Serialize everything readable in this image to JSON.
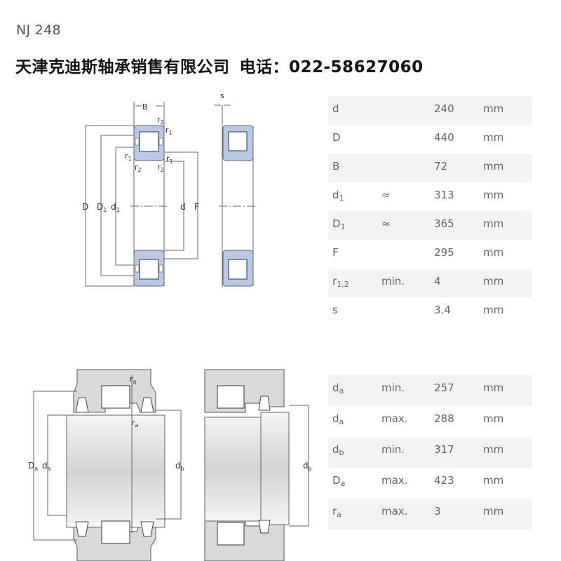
{
  "header": {
    "title": "NJ 248",
    "company": "天津克迪斯轴承销售有限公司",
    "phone_label": "电话：022-58627060"
  },
  "bearing_dimensions": {
    "rows": [
      {
        "symbol": "d",
        "sub": "",
        "qualifier": "",
        "value": "240",
        "unit": "mm"
      },
      {
        "symbol": "D",
        "sub": "",
        "qualifier": "",
        "value": "440",
        "unit": "mm"
      },
      {
        "symbol": "B",
        "sub": "",
        "qualifier": "",
        "value": "72",
        "unit": "mm"
      },
      {
        "symbol": "d",
        "sub": "1",
        "qualifier": "≈",
        "value": "313",
        "unit": "mm"
      },
      {
        "symbol": "D",
        "sub": "1",
        "qualifier": "≈",
        "value": "365",
        "unit": "mm"
      },
      {
        "symbol": "F",
        "sub": "",
        "qualifier": "",
        "value": "295",
        "unit": "mm"
      },
      {
        "symbol": "r",
        "sub": "1,2",
        "qualifier": "min.",
        "value": "4",
        "unit": "mm"
      },
      {
        "symbol": "s",
        "sub": "",
        "qualifier": "",
        "value": "3.4",
        "unit": "mm"
      }
    ]
  },
  "abutment_dimensions": {
    "rows": [
      {
        "symbol": "d",
        "sub": "a",
        "qualifier": "min.",
        "value": "257",
        "unit": "mm"
      },
      {
        "symbol": "d",
        "sub": "a",
        "qualifier": "max.",
        "value": "288",
        "unit": "mm"
      },
      {
        "symbol": "d",
        "sub": "b",
        "qualifier": "min.",
        "value": "317",
        "unit": "mm"
      },
      {
        "symbol": "D",
        "sub": "a",
        "qualifier": "max.",
        "value": "423",
        "unit": "mm"
      },
      {
        "symbol": "r",
        "sub": "a",
        "qualifier": "max.",
        "value": "3",
        "unit": "mm"
      }
    ]
  },
  "drawing_labels": {
    "top": {
      "B": "B",
      "r1": "r",
      "r2": "r",
      "sub1": "1",
      "sub2": "2",
      "D": "D",
      "D1": "D",
      "d1": "d",
      "d": "d",
      "F": "F",
      "s": "s"
    },
    "bottom": {
      "Da": "D",
      "da": "d",
      "db": "d",
      "ra": "r",
      "sub_a": "a",
      "sub_b": "b"
    }
  },
  "colors": {
    "ring_fill": "#b8c8e6",
    "row_shade": "#f3f3f3",
    "housing_fill": "#d9d9d9"
  }
}
